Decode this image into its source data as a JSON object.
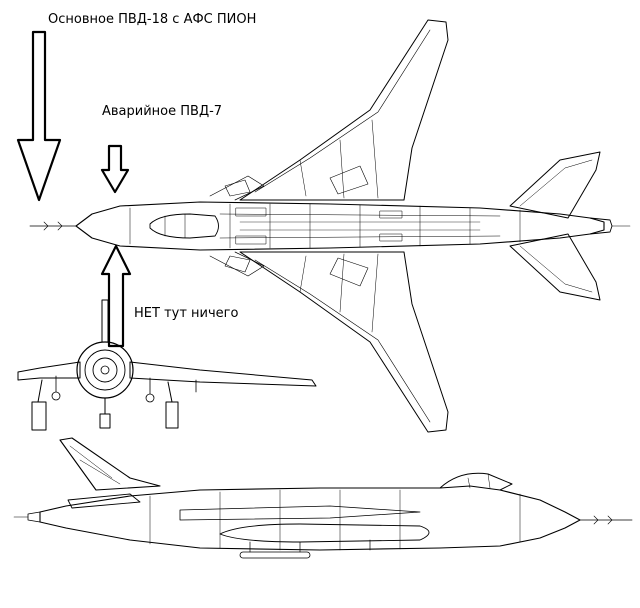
{
  "annotations": {
    "main_pitot": "Основное ПВД-18 с АФС ПИОН",
    "emergency_pitot": "Аварийное ПВД-7",
    "nothing_here": "НЕТ тут ничего"
  }
}
